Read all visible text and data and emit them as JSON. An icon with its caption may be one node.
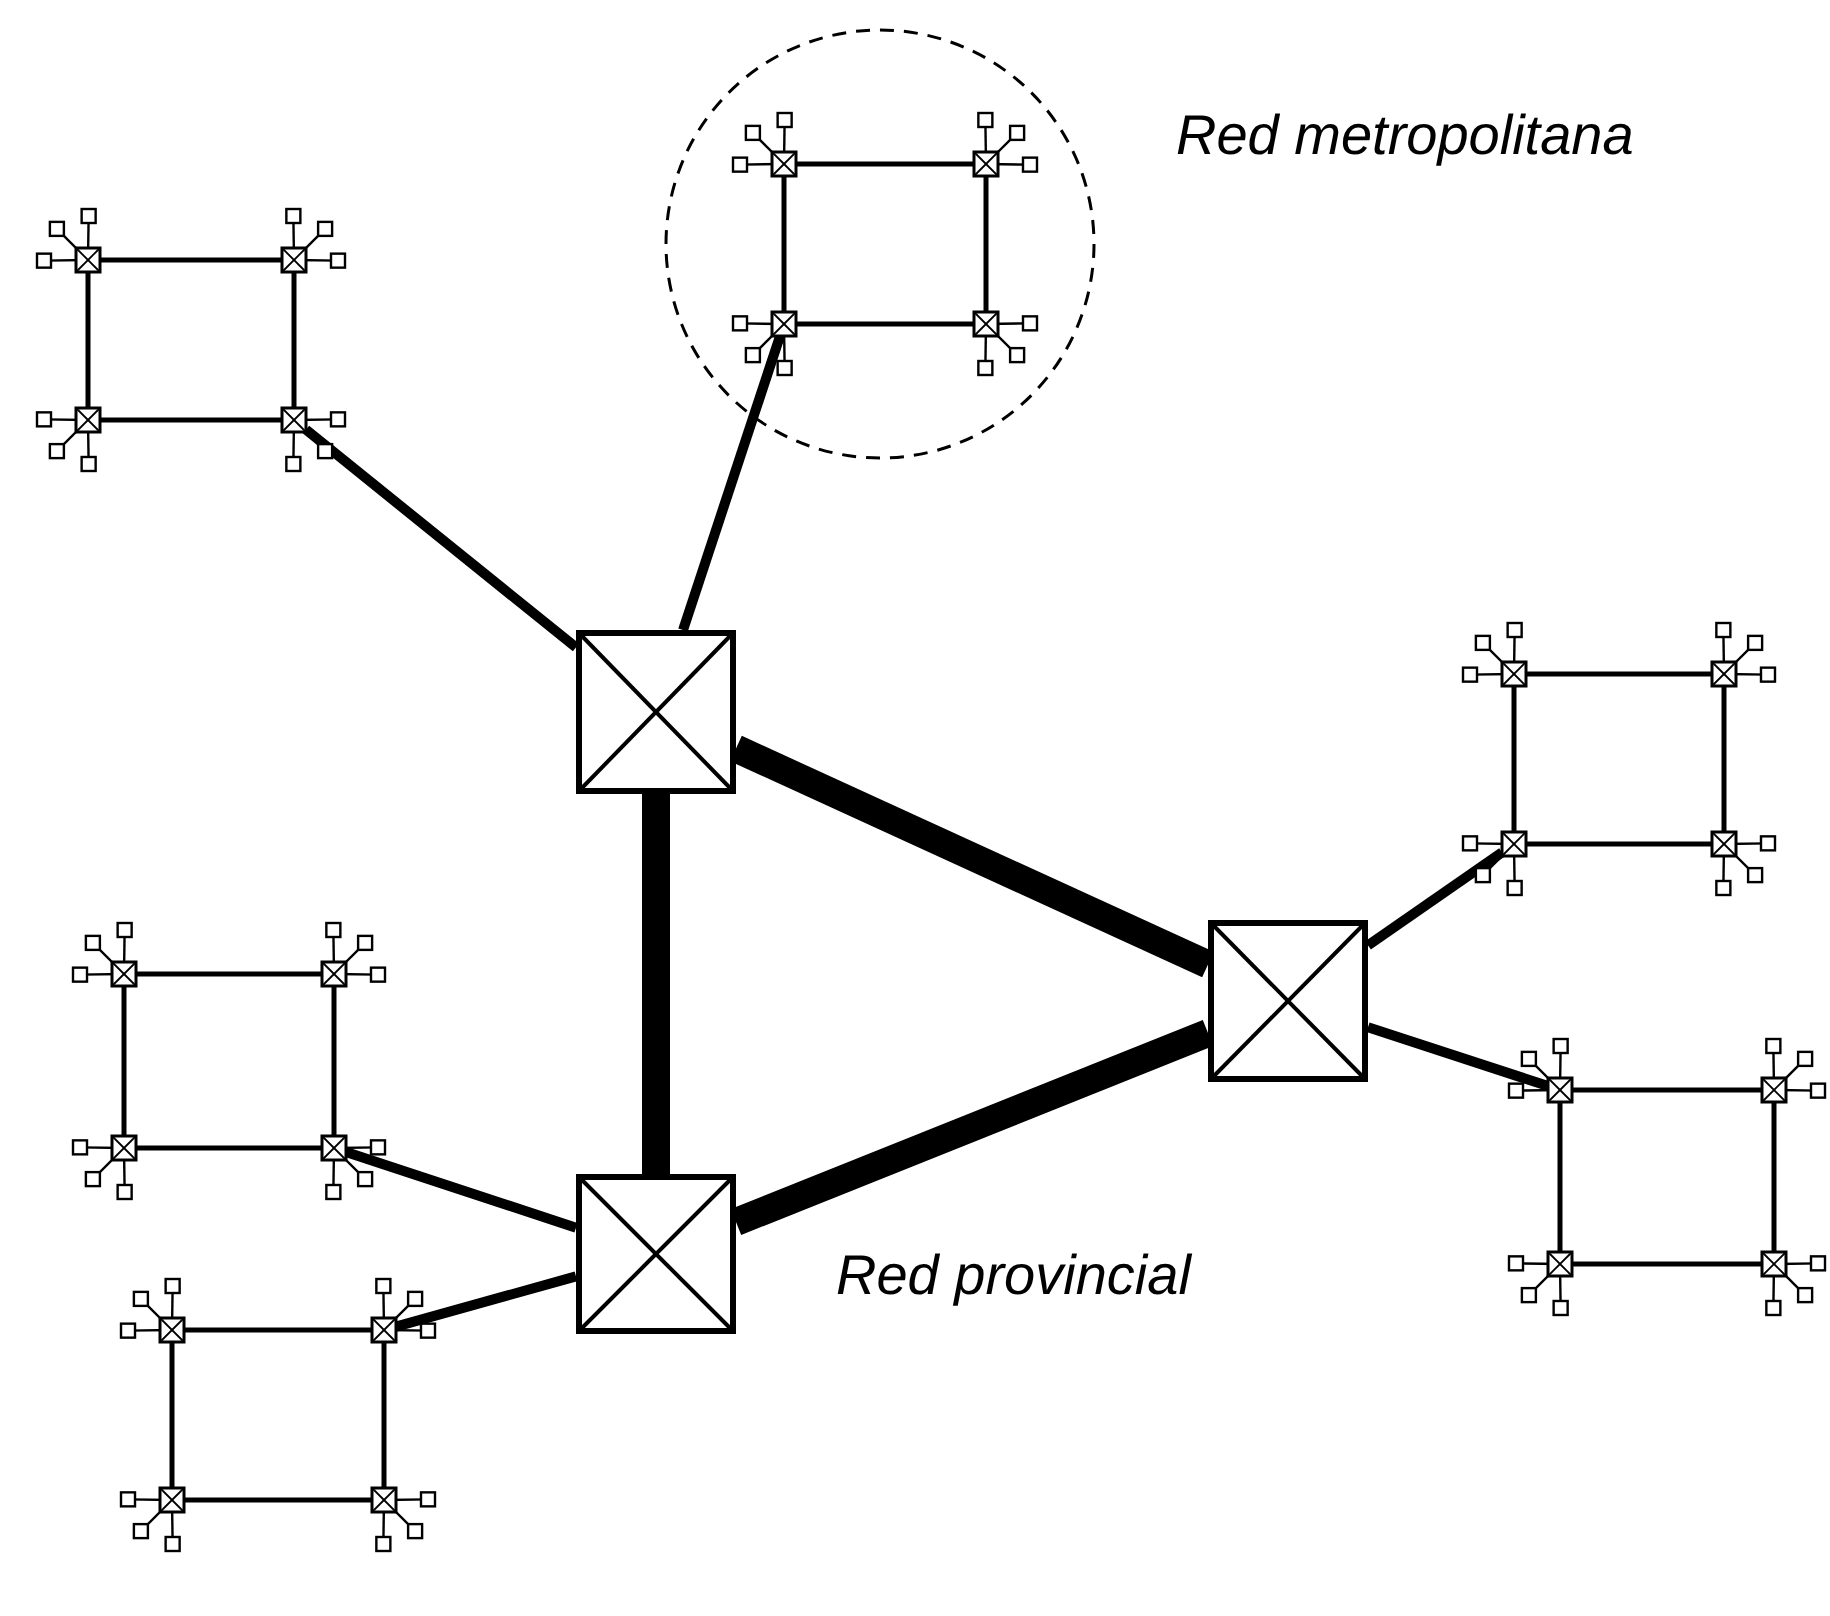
{
  "diagram": {
    "nodes": [
      {
        "text": [],
        "shape": "box"
      },
      {
        "text": [],
        "shape": "box"
      },
      {
        "text": [],
        "shape": "box"
      },
      {
        "text": [],
        "shape": "picture"
      },
      {
        "text": [],
        "shape": "picture"
      },
      {
        "text": [],
        "shape": "picture"
      },
      {
        "text": [],
        "shape": "picture"
      },
      {
        "text": [],
        "shape": "picture"
      },
      {
        "text": [],
        "shape": "picture"
      }
    ],
    "edges": [
      {
        "from": 0,
        "to": 1,
        "arrow": "none",
        "style": "thick"
      },
      {
        "from": 0,
        "to": 2,
        "arrow": "none",
        "style": "thick"
      },
      {
        "from": 1,
        "to": 2,
        "arrow": "none",
        "style": "thick"
      },
      {
        "from": 3,
        "to": 0,
        "arrow": "none"
      },
      {
        "from": 4,
        "to": 0,
        "arrow": "none"
      },
      {
        "from": 2,
        "to": 5,
        "arrow": "none"
      },
      {
        "from": 2,
        "to": 6,
        "arrow": "none"
      },
      {
        "from": 7,
        "to": 1,
        "arrow": "none"
      },
      {
        "from": 8,
        "to": 1,
        "arrow": "none"
      }
    ],
    "labels": [
      "Red metropolitana",
      "Red provincial"
    ]
  }
}
